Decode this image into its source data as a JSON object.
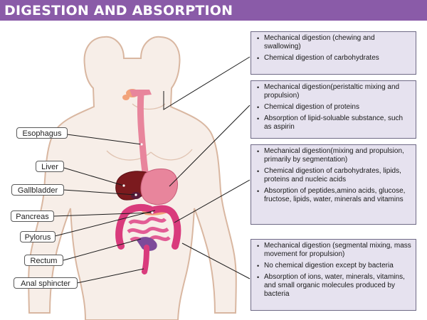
{
  "title": "DIGESTION AND ABSORPTION",
  "colors": {
    "title_bar": "#8a5ba8",
    "box_fill": "#e6e2ef",
    "box_border": "#6f6a86",
    "body_outline": "#d9b7a1",
    "organ_pink": "#e8859c",
    "liver": "#7b1a1e"
  },
  "labels": [
    {
      "id": "esophagus",
      "text": "Esophagus"
    },
    {
      "id": "liver",
      "text": "Liver"
    },
    {
      "id": "gallbladder",
      "text": "Gallbladder"
    },
    {
      "id": "pancreas",
      "text": "Pancreas"
    },
    {
      "id": "pylorus",
      "text": "Pylorus"
    },
    {
      "id": "rectum",
      "text": "Rectum"
    },
    {
      "id": "anal_sphincter",
      "text": "Anal sphincter"
    }
  ],
  "boxes": [
    {
      "items": [
        "Mechanical digestion (chewing and swallowing)",
        "Chemical digestion of carbohydrates"
      ]
    },
    {
      "items": [
        "Mechanical digestion(peristaltic mixing and propulsion)",
        "Chemical digestion of proteins",
        "Absorption of lipid-soluable substance, such as aspirin"
      ]
    },
    {
      "items": [
        "Mechanical digestion(mixing and propulsion, primarily by segmentation)",
        "Chemical digestion of carbohydrates, lipids, proteins and nucleic acids",
        "Absorption of peptides,amino acids, glucose, fructose, lipids, water, minerals and vitamins"
      ]
    },
    {
      "items": [
        "Mechanical digestion (segmental mixing, mass movement for propulsion)",
        "No chemical digestion except by bacteria",
        "Absorption of ions, water, minerals, vitamins, and small organic molecules produced by bacteria"
      ]
    }
  ]
}
